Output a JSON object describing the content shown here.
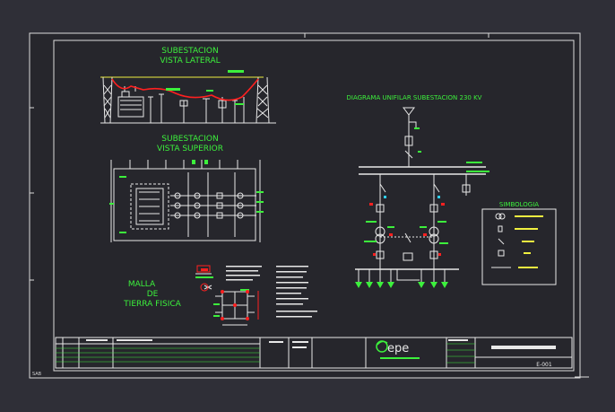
{
  "titles": {
    "lateral_1": "SUBESTACION",
    "lateral_2": "VISTA  LATERAL",
    "superior_1": "SUBESTACION",
    "superior_2": "VISTA  SUPERIOR",
    "malla_1": "MALLA",
    "malla_2": "DE",
    "malla_3": "TIERRA FISICA",
    "unifilar": "DIAGRAMA  UNIFILAR  SUBESTACION  230  KV"
  },
  "symbology": {
    "title": "SIMBOLOGIA"
  },
  "title_block": {
    "logo_text": "epe",
    "sheet_number": "E-001"
  },
  "corner_label": "SAB",
  "colors": {
    "background": "#2f2f37",
    "sheet": "#222228",
    "line": "#e8e8e8",
    "green": "#3cf03c",
    "red": "#ff2020",
    "yellow": "#f0f040",
    "cyan": "#30d0ff"
  }
}
